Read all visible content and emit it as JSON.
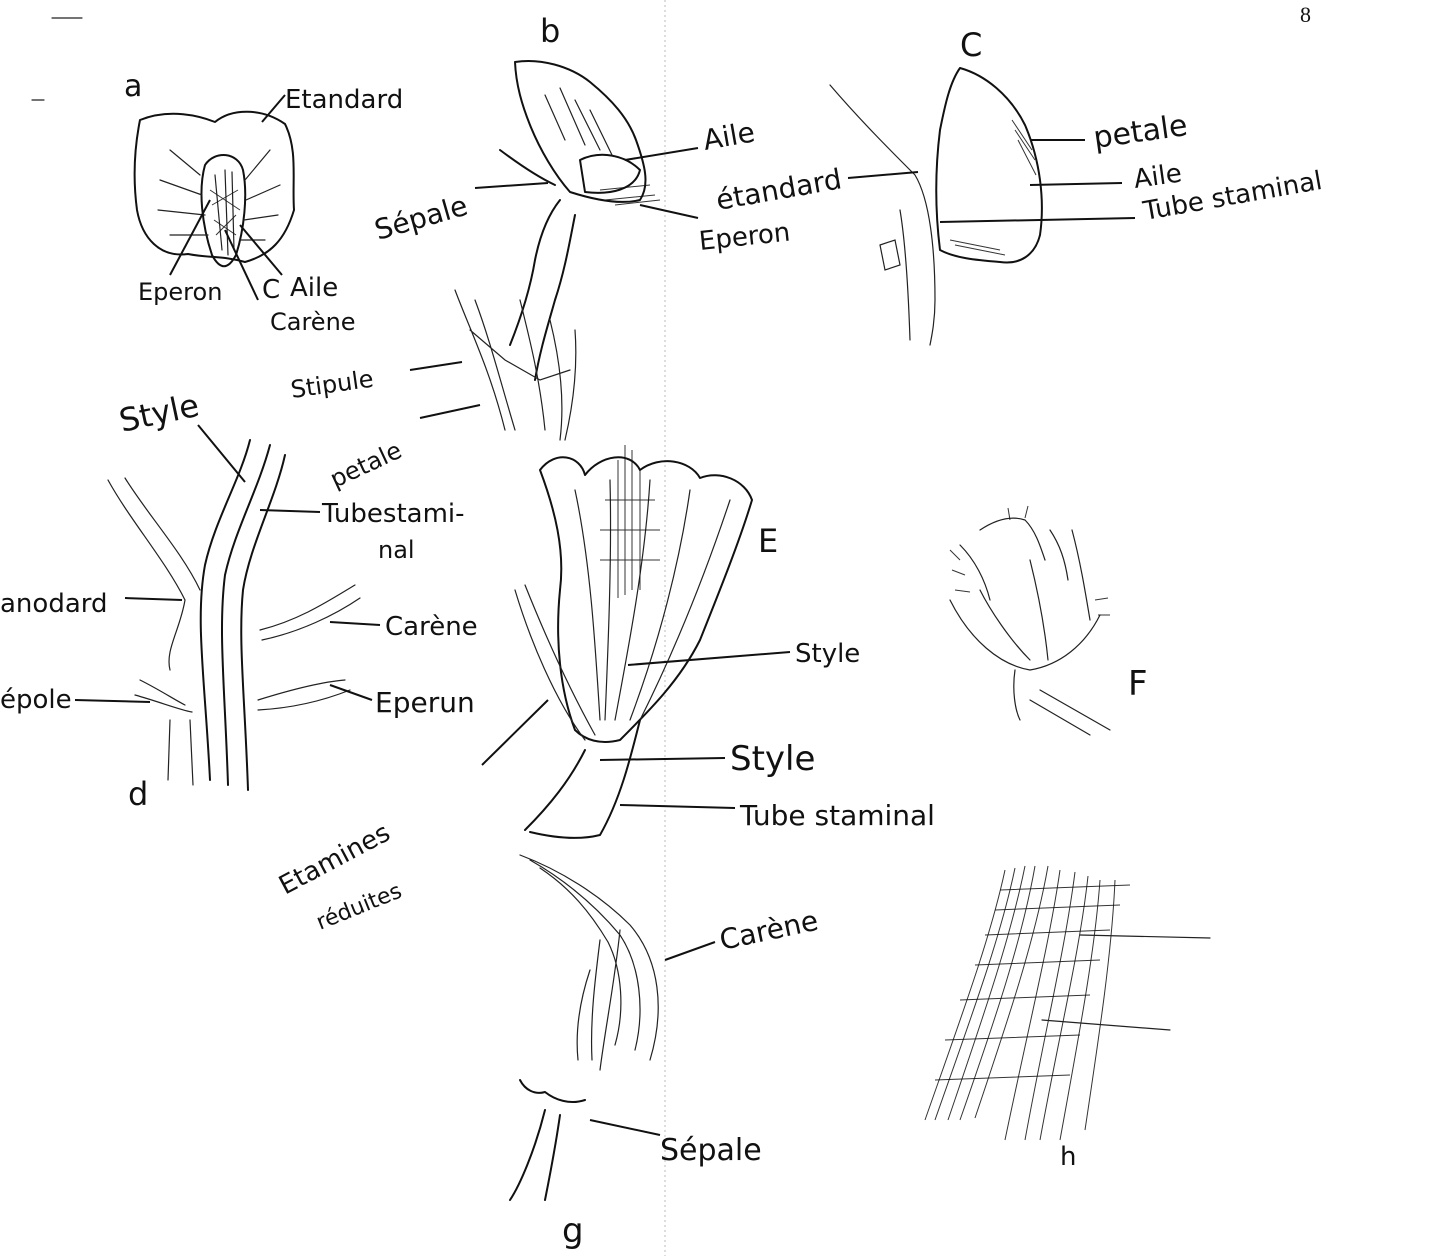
{
  "page_number": "8",
  "figures": {
    "a": {
      "letter": "a",
      "labels": {
        "standard": "Etandard",
        "eperon": "Eperon",
        "aile": "Aile",
        "carene": "Carène",
        "c": "C"
      }
    },
    "b": {
      "letter": "b",
      "labels": {
        "aile": "Aile",
        "sepale": "Sépale",
        "eperon": "Eperon",
        "stipule": "Stipule",
        "petale": "petale"
      }
    },
    "c": {
      "letter": "C",
      "labels": {
        "petale": "petale",
        "etandard": "étandard",
        "aile": "Aile",
        "tube": "Tube staminal"
      }
    },
    "d": {
      "letter": "d",
      "labels": {
        "style": "Style",
        "tube": "Tubestami-",
        "tube2": "nal",
        "standard": "anodard",
        "carene": "Carène",
        "sepale": "épole",
        "eperon": "Eperun"
      }
    },
    "e": {
      "letter": "E",
      "labels": {
        "style1": "Style",
        "style2": "Style",
        "tube": "Tube staminal",
        "etamines": "Etamines",
        "reduites": "réduites"
      }
    },
    "f": {
      "letter": "F"
    },
    "g": {
      "letter": "g",
      "labels": {
        "carene": "Carène",
        "sepale": "Sépale"
      }
    },
    "h": {
      "letter": "h"
    }
  }
}
